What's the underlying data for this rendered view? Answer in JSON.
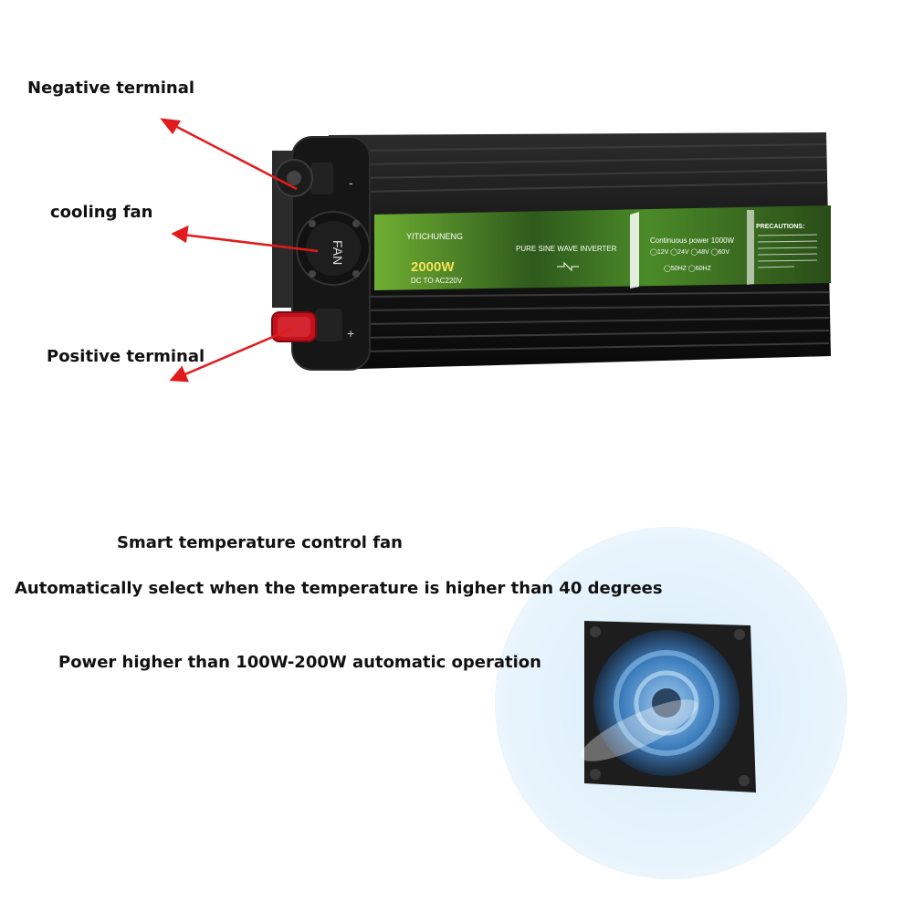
{
  "callouts": {
    "negative": "Negative terminal",
    "fan": "cooling fan",
    "positive": "Positive terminal"
  },
  "product": {
    "brand": "YITICHUNENG",
    "power": "2000W",
    "conversion": "DC TO AC220V",
    "type": "PURE SINE WAVE INVERTER",
    "continuous": "Continuous power 1000W",
    "voltages": "◯12V ◯24V ◯48V ◯60V",
    "frequencies": "◯50HZ ◯60HZ",
    "precautions": "PRECAUTIONS:",
    "fan_text": "FAN",
    "minus": "-",
    "plus": "+"
  },
  "info": {
    "line1": "Smart temperature control fan",
    "line2": "Automatically select when the temperature is higher than 40 degrees",
    "line3": "Power higher than 100W-200W automatic operation"
  },
  "colors": {
    "arrow": "#e11b1b",
    "label_green": "#4a8a25",
    "body": "#1a1a1a",
    "glow": "#dff0fb"
  }
}
